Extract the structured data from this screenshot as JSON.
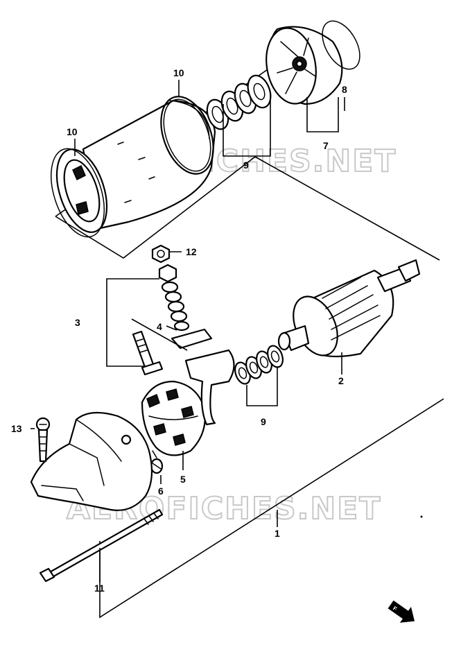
{
  "watermarks": [
    "AEROFICHES.NET",
    "AEROFICHES.NET"
  ],
  "labels": {
    "p1": "1",
    "p2": "2",
    "p3": "3",
    "p4": "4",
    "p5": "5",
    "p6": "6",
    "p7": "7",
    "p8": "8",
    "p9a": "9",
    "p9b": "9",
    "p10a": "10",
    "p10b": "10",
    "p11": "11",
    "p12": "12",
    "p13": "13"
  },
  "direction_icon": "front-arrow-icon"
}
